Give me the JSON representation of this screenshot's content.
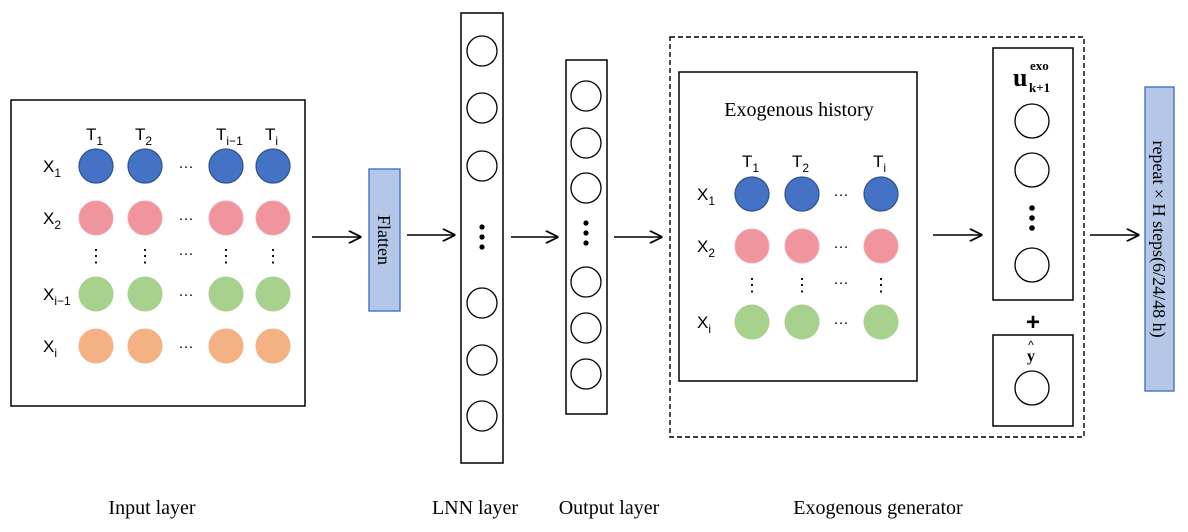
{
  "colors": {
    "blue": "#4472c4",
    "blue_stroke": "#2f528f",
    "pink": "#f0949e",
    "green": "#a9d18e",
    "orange": "#f4b183",
    "flatten_fill": "#b4c7e7",
    "repeat_fill": "#b4c7e7",
    "stroke": "#000000"
  },
  "input_layer": {
    "label": "Input layer",
    "col_headers": [
      "T",
      "T",
      "T",
      "T"
    ],
    "col_subs": [
      "1",
      "2",
      "i−1",
      "i"
    ],
    "row_headers": [
      "X",
      "X",
      "X",
      "X"
    ],
    "row_subs": [
      "1",
      "2",
      "i−1",
      "i"
    ],
    "hdots": "···",
    "vdots": "⋮"
  },
  "flatten": {
    "label": "Flatten"
  },
  "lnn_layer": {
    "label": "LNN layer",
    "dots": "⋮"
  },
  "output_layer": {
    "label": "Output layer",
    "dots": "⋮"
  },
  "exogenous_generator": {
    "label": "Exogenous generator",
    "history_title": "Exogenous history",
    "col_headers": [
      "T",
      "T",
      "T"
    ],
    "col_subs": [
      "1",
      "2",
      "i"
    ],
    "row_headers": [
      "X",
      "X",
      "X"
    ],
    "row_subs": [
      "1",
      "2",
      "i"
    ],
    "hdots": "···",
    "vdots": "⋮",
    "u_base": "u",
    "u_sup": "exo",
    "u_sub": "k+1",
    "plus": "+",
    "y_hat": "y",
    "hat": "^"
  },
  "repeat": {
    "label": "repeat × H steps(6/24/48 h)"
  }
}
